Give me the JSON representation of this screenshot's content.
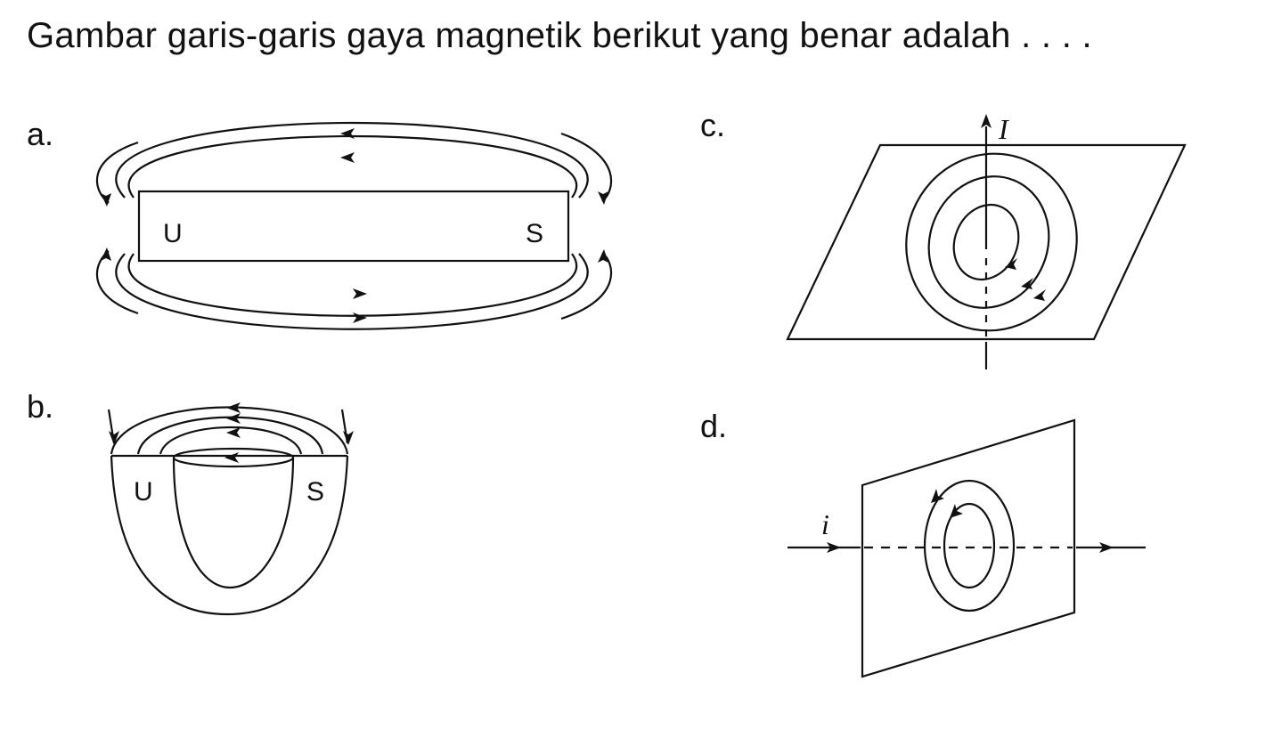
{
  "question": "Gambar garis-garis gaya magnetik berikut yang benar adalah . . . .",
  "options": {
    "a": {
      "letter": "a.",
      "pole_left": "U",
      "pole_right": "S"
    },
    "b": {
      "letter": "b.",
      "pole_left": "U",
      "pole_right": "S"
    },
    "c": {
      "letter": "c.",
      "current_label": "I"
    },
    "d": {
      "letter": "d.",
      "current_label": "i"
    }
  }
}
